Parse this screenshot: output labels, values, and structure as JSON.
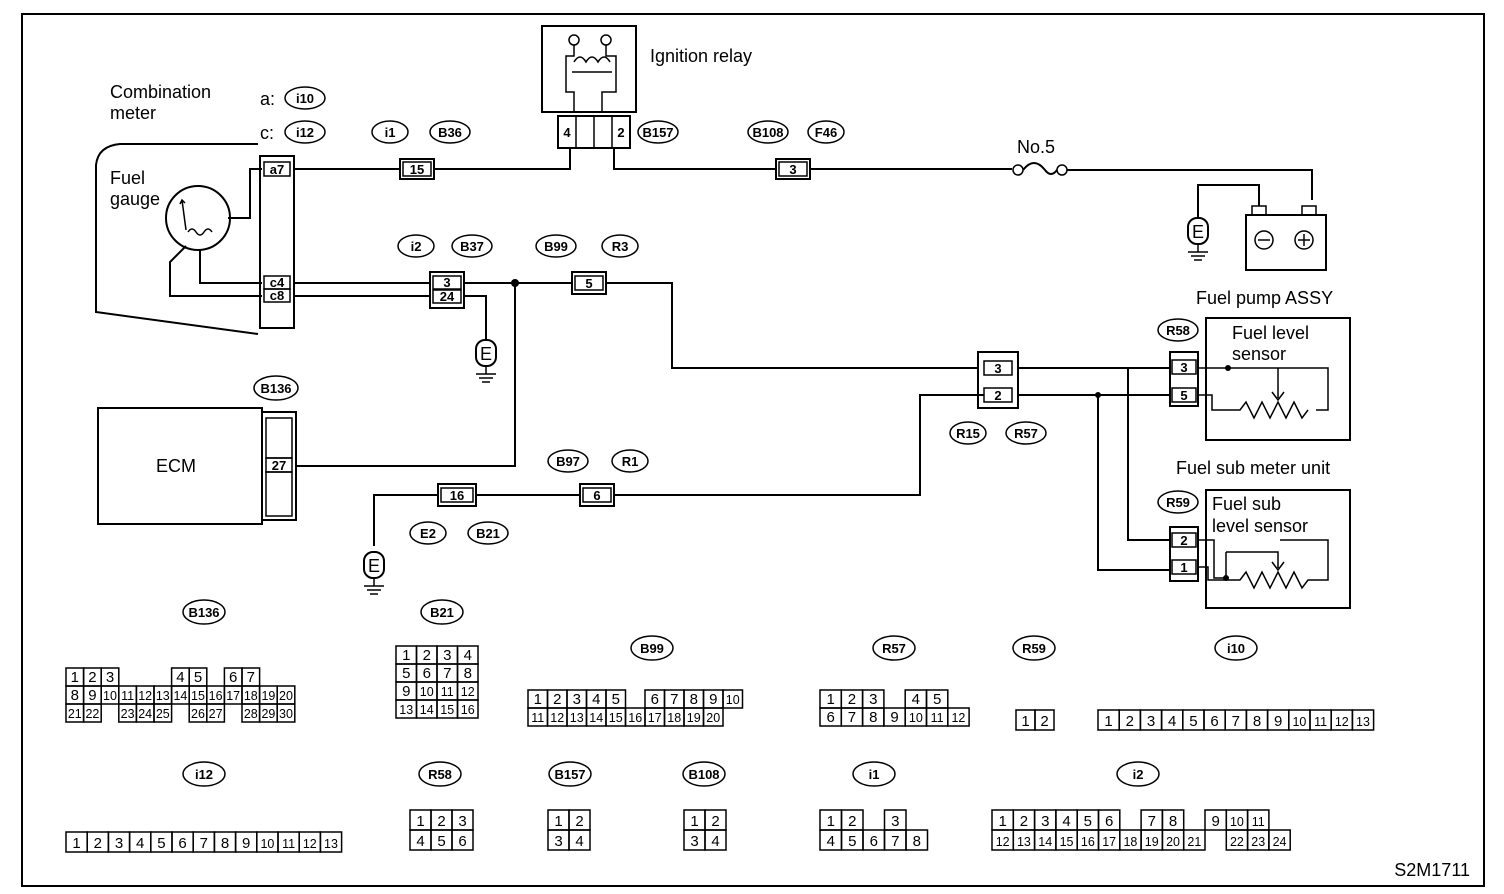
{
  "labels": {
    "combination_meter_l1": "Combination",
    "combination_meter_l2": "meter",
    "fuel_gauge_l1": "Fuel",
    "fuel_gauge_l2": "gauge",
    "a_prefix": "a:",
    "c_prefix": "c:",
    "ignition_relay": "Ignition relay",
    "fuse": "No.5",
    "ecm": "ECM",
    "fuel_pump_assy": "Fuel pump ASSY",
    "fuel_level_sensor_l1": "Fuel level",
    "fuel_level_sensor_l2": "sensor",
    "fuel_sub_meter_unit": "Fuel sub meter unit",
    "fuel_sub_level_sensor_l1": "Fuel sub",
    "fuel_sub_level_sensor_l2": "level sensor",
    "ground": "E",
    "figure_code": "S2M1711"
  },
  "connector_tags": {
    "i10": "i10",
    "i12": "i12",
    "i1": "i1",
    "B36": "B36",
    "B157": "B157",
    "B108": "B108",
    "F46": "F46",
    "i2": "i2",
    "B37": "B37",
    "B99": "B99",
    "R3": "R3",
    "R58": "R58",
    "B136": "B136",
    "R15": "R15",
    "R57": "R57",
    "B97": "B97",
    "R1": "R1",
    "E2": "E2",
    "B21": "B21",
    "R59": "R59"
  },
  "pins": {
    "a7": "a7",
    "c4": "c4",
    "c8": "c8",
    "i1_15": "15",
    "relay_4": "4",
    "relay_2": "2",
    "b108_3": "3",
    "i2_3": "3",
    "i2_24": "24",
    "b99_5": "5",
    "r15_3": "3",
    "r15_2": "2",
    "r58_3": "3",
    "r58_5": "5",
    "r59_2": "2",
    "r59_1": "1",
    "ecm_27": "27",
    "e2_16": "16",
    "b97_6": "6"
  },
  "connector_views": [
    {
      "name": "B136",
      "rows": [
        [
          "1",
          "2",
          "3",
          "",
          "",
          "",
          "4",
          "5",
          "",
          "6",
          "7"
        ],
        [
          "8",
          "9",
          "10",
          "11",
          "12",
          "13",
          "14",
          "15",
          "16",
          "17",
          "18",
          "19",
          "20"
        ],
        [
          "21",
          "22",
          "",
          "23",
          "24",
          "25",
          "",
          "26",
          "27",
          "",
          "28",
          "29",
          "30"
        ]
      ]
    },
    {
      "name": "B21",
      "rows": [
        [
          "1",
          "2",
          "3",
          "4"
        ],
        [
          "5",
          "6",
          "7",
          "8"
        ],
        [
          "9",
          "10",
          "11",
          "12"
        ],
        [
          "13",
          "14",
          "15",
          "16"
        ]
      ]
    },
    {
      "name": "B99",
      "rows": [
        [
          "1",
          "2",
          "3",
          "4",
          "5",
          "",
          "6",
          "7",
          "8",
          "9",
          "10"
        ],
        [
          "11",
          "12",
          "13",
          "14",
          "15",
          "16",
          "17",
          "18",
          "19",
          "20"
        ]
      ]
    },
    {
      "name": "R57",
      "rows": [
        [
          "1",
          "2",
          "3",
          "",
          "4",
          "5"
        ],
        [
          "6",
          "7",
          "8",
          "9",
          "10",
          "11",
          "12"
        ]
      ]
    },
    {
      "name": "R59",
      "rows": [
        [
          "1",
          "2"
        ]
      ]
    },
    {
      "name": "i10",
      "rows": [
        [
          "1",
          "2",
          "3",
          "4",
          "5",
          "6",
          "7",
          "8",
          "9",
          "10",
          "11",
          "12",
          "13"
        ]
      ]
    },
    {
      "name": "i12",
      "rows": [
        [
          "1",
          "2",
          "3",
          "4",
          "5",
          "6",
          "7",
          "8",
          "9",
          "10",
          "11",
          "12",
          "13"
        ]
      ]
    },
    {
      "name": "R58",
      "rows": [
        [
          "1",
          "2",
          "3"
        ],
        [
          "4",
          "5",
          "6"
        ]
      ]
    },
    {
      "name": "B157",
      "rows": [
        [
          "1",
          "2"
        ],
        [
          "3",
          "4"
        ]
      ]
    },
    {
      "name": "B108",
      "rows": [
        [
          "1",
          "2"
        ],
        [
          "3",
          "4"
        ]
      ]
    },
    {
      "name": "i1",
      "rows": [
        [
          "1",
          "2",
          "",
          "3"
        ],
        [
          "4",
          "5",
          "6",
          "7",
          "8"
        ]
      ]
    },
    {
      "name": "i2",
      "rows": [
        [
          "1",
          "2",
          "3",
          "4",
          "5",
          "6",
          "",
          "7",
          "8",
          "",
          "9",
          "10",
          "11"
        ],
        [
          "12",
          "13",
          "14",
          "15",
          "16",
          "17",
          "18",
          "19",
          "20",
          "21",
          "",
          "22",
          "23",
          "24"
        ]
      ]
    }
  ]
}
